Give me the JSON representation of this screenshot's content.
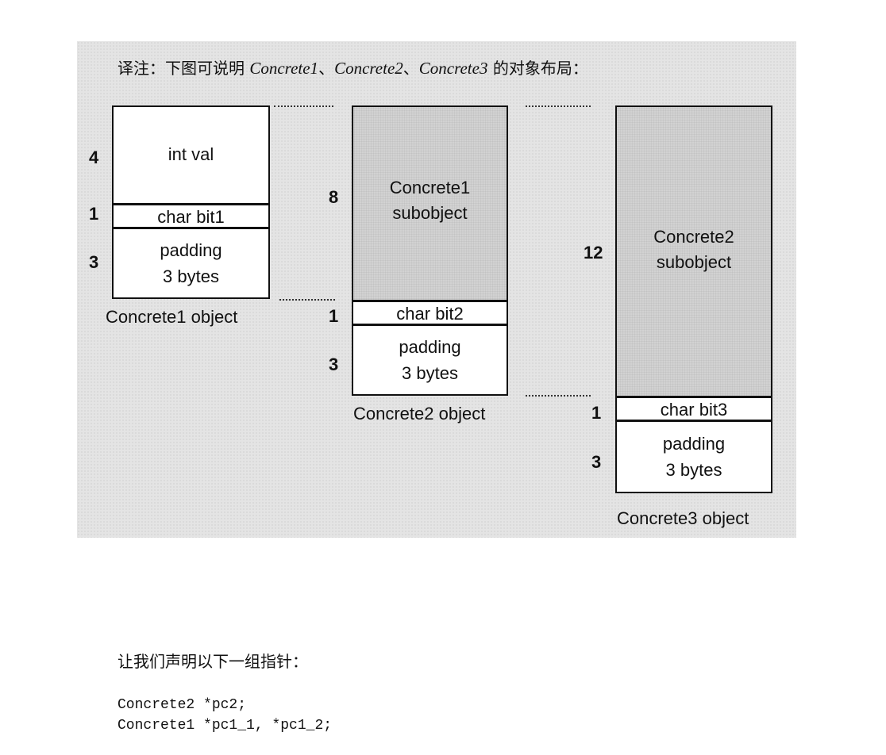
{
  "note": {
    "prefix": "译注：下图可说明 ",
    "name1": "Concrete1",
    "sep1": "、",
    "name2": "Concrete2",
    "sep2": "、",
    "name3": "Concrete3",
    "suffix": " 的对象布局："
  },
  "diagram": {
    "concrete1": {
      "caption": "Concrete1 object",
      "fields": [
        {
          "size": "4",
          "label": "int  val"
        },
        {
          "size": "1",
          "label": "char  bit1"
        },
        {
          "size": "3",
          "label": "padding\n3 bytes"
        }
      ]
    },
    "concrete2": {
      "caption": "Concrete2 object",
      "fields": [
        {
          "size": "8",
          "label": "Concrete1\nsubobject"
        },
        {
          "size": "1",
          "label": "char  bit2"
        },
        {
          "size": "3",
          "label": "padding\n3 bytes"
        }
      ]
    },
    "concrete3": {
      "caption": "Concrete3 object",
      "fields": [
        {
          "size": "12",
          "label": "Concrete2\nsubobject"
        },
        {
          "size": "1",
          "label": "char  bit3"
        },
        {
          "size": "3",
          "label": "padding\n3 bytes"
        }
      ]
    }
  },
  "prose": "让我们声明以下一组指针：",
  "code": [
    "Concrete2 *pc2;",
    "Concrete1 *pc1_1, *pc1_2;"
  ]
}
